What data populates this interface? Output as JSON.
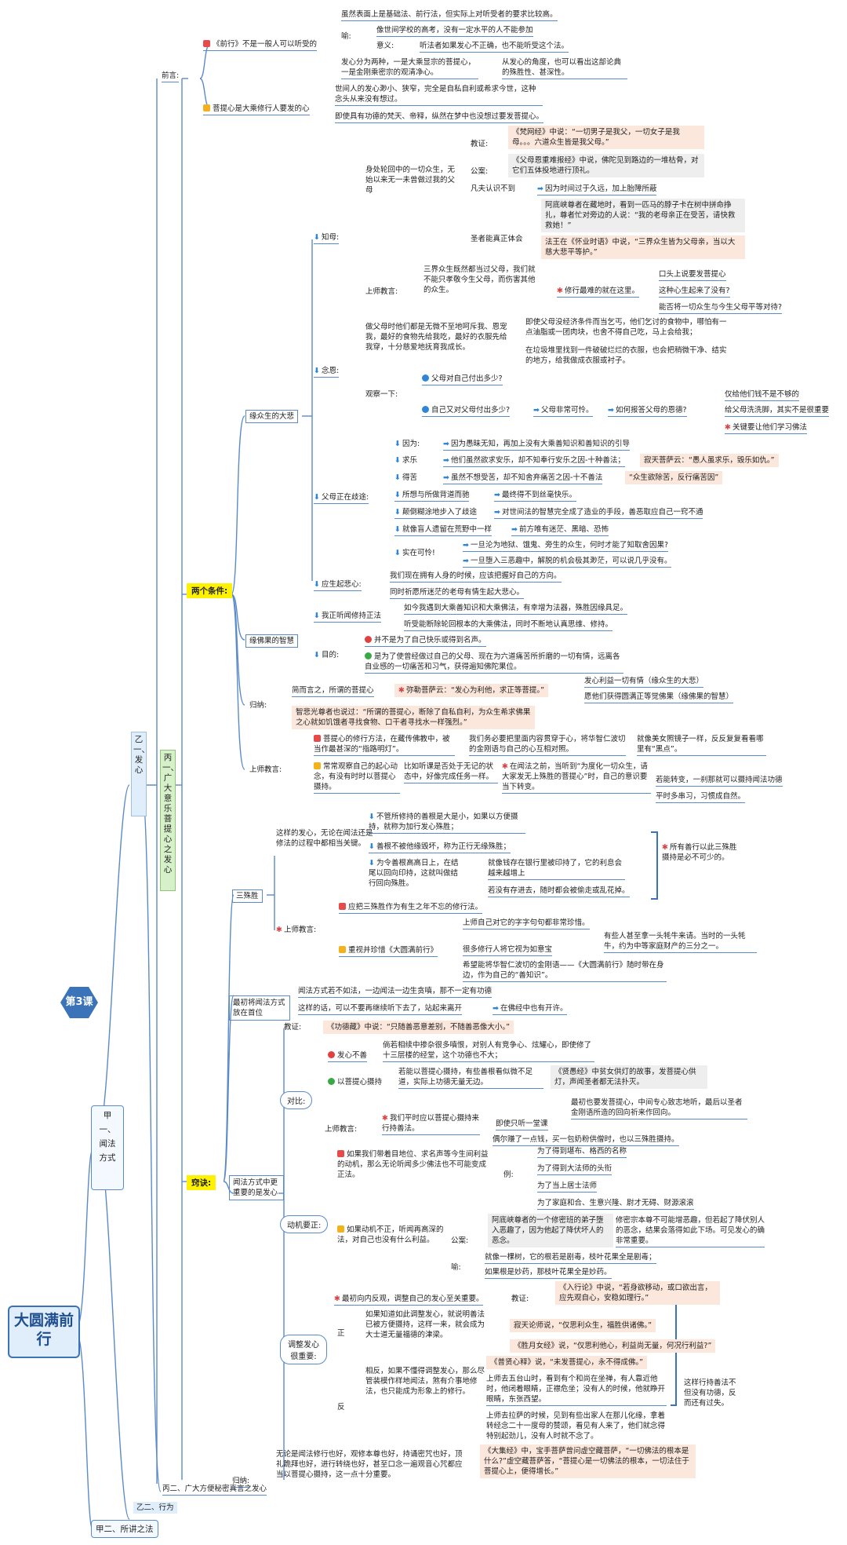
{
  "root": {
    "title": "大圆满前行",
    "lesson": "第3课"
  },
  "level1": {
    "a1": "甲一、闻法方式",
    "a2": "甲二、所讲之法"
  },
  "level2": {
    "b1": "乙一、发心",
    "b2": "乙二、行为"
  },
  "level3": {
    "c1": "丙一、广大意乐菩提心之发心",
    "c2": "丙二、广大方便秘密真言之发心"
  },
  "labels": {
    "qianyan": "前言:",
    "liangge": "两个条件:",
    "qiaojue": "窍诀:",
    "xiang": "缘众生的大悲",
    "yuanfo": "缘佛果的智慧",
    "guina": "归纳:",
    "shangshi": "上师教言:",
    "sanshu": "三殊胜",
    "zuichu": "最初将闻法方式放在首位",
    "wenfa": "闻法方式中更重要的是发心"
  },
  "intro": {
    "p1_head": "《前行》不是一般人可以听受的",
    "p1_a": "虽然表面上是基础法、前行法，但实际上对听受者的要求比较高。",
    "p1_yu": "喻:",
    "p1_yu1": "像世间学校的高考，没有一定水平的人不能参加",
    "p1_yi": "意义:",
    "p1_yi1": "听法者如果发心不正确，也不能听受这个法。",
    "p1_b": "发心分为两种，一是大乘显宗的菩提心，一是金刚乘密宗的观清净心。",
    "p1_c": "从发心的角度，也可以看出这部论典的殊胜性、甚深性。",
    "p2_head": "菩提心是大乘修行人要发的心",
    "p2_a": "世间人的发心渺小、狭窄，完全是自私自利或希求今世，这种念头从来没有想过。",
    "p2_b": "即使具有功德的梵天、帝释，纵然在梦中也没想过要发菩提心。"
  },
  "zhimu": {
    "label": "知母:",
    "a": "身处轮回中的一切众生，无始以来无一未曾做过我的父母",
    "jiaozheng": "教证:",
    "jz1": "《梵网经》中说：“一切男子是我父，一切女子是我母。。。六道众生皆是我父母。”",
    "gongan": "公案:",
    "ga1": "《父母恩重难报经》中说，佛陀见到路边的一堆枯骨，对它们五体投地进行顶礼。",
    "fanfu": "凡夫认识不到",
    "ff1": "因为时间过于久远，加上胎障所蔽",
    "shengzhe": "圣者能真正体会",
    "sz1": "阿底峡尊者在藏地时，看到一匹马的脖子卡在树中拼命挣扎，尊者忙对旁边的人说：“我的老母亲正在受苦，请快救救她！”",
    "sz2": "法王在《怀业时语》中说，“三界众生皆为父母亲，当以大慈大悲平等护。”",
    "shangshi": "上师教言:",
    "ss1": "三界众生既然都当过父母，我们就不能只孝敬今生父母，而伤害其他的众生。",
    "ss2": "修行最难的就在这里。",
    "ss3": "口头上说要发菩提心",
    "ss4": "这种心生起来了没有?",
    "ss5": "能否将一切众生与今生父母平等对待?"
  },
  "nianen": {
    "label": "念恩:",
    "a": "做父母时他们都是无微不至地呵斥我、恩宠我，最好的食物先给我吃，最好的衣服先给我穿，十分慈爱地抚育我成长。",
    "a1": "即使父母没经济条件而当乞丐，他们乞讨的食物中，哪怕有一点油脂或一团肉块，也舍不得自己吃，马上会给我；",
    "a2": "在垃圾堆里找到一件破破烂烂的衣服，也会把稍微干净、结实的地方，给我做成衣服或衬子。",
    "guancha": "观察一下:",
    "q1": "父母对自己付出多少?",
    "q2": "自己又对父母付出多少?",
    "q3": "父母非常可怜。",
    "q4": "如何报答父母的恩德?",
    "q5": "仅给他们钱不是不够的",
    "q6": "给父母洗洗脚，其实不是很重要",
    "q7": "关键要让他们学习佛法"
  },
  "fumu": {
    "label": "父母正在歧途:",
    "r1a": "因为:",
    "r1b": "因为愚昧无知，再加上没有大乘善知识和善知识的引导",
    "r2a": "求乐",
    "r2b": "他们虽然欲求安乐，却不知奉行安乐之因-十种善法；",
    "r2c": "寂天菩萨云：“愚人虽求乐，毁乐如仇。”",
    "r3a": "得苦",
    "r3b": "虽然不想受苦，却不知舍弃痛苦之因-十不善法",
    "r3c": "“众生欲除苦，反行痛苦因”",
    "r4a": "所想与所做背道而驰",
    "r4b": "最终得不到丝毫快乐。",
    "r5a": "颠倒糊涂地步入了歧途",
    "r5b": "对世间法的智慧完全成了造业的手段，善恶取应自己一窍不通",
    "r6a": "就像盲人遗留在荒野中一样",
    "r6b": "前方唯有迷茫、黑暗、恐怖",
    "r7a": "实在可怜!",
    "r7b": "一旦沦为地狱、饿鬼、旁生的众生，何时才能了知取舍因果?",
    "r7c": "一旦堕入三恶趣中，解脱的机会极其渺茫，可以说几乎没有。"
  },
  "yingsheng": {
    "label": "应生起悲心:",
    "a": "我们现在拥有人身的时候，应该把握好自己的方向。",
    "b": "同时祈愿所迷茫的老母有情生起大悲心。"
  },
  "zhihui": {
    "a_label": "我正听闻修持正法",
    "a1": "如今我遇到大乘善知识和大乘佛法，有幸增为法器，殊胜因缘具足。",
    "a2": "听受能断除轮回根本的大乘佛法，同时不断地认真思维、修持。",
    "b_label": "目的:",
    "b1": "并不是为了自己快乐或得到名声。",
    "b2": "是为了使曾经做过自己的父母、现在为六道痛苦所折磨的一切有情，远离各自业感的一切痛苦和习气，获得遍知佛陀果位。"
  },
  "guina": {
    "a": "简而言之，所谓的菩提心",
    "b": "弥勒菩萨云：“发心为利他，求正等菩提。”",
    "c": "发心利益一切有情（缘众生的大悲）",
    "d": "愿他们获得圆满正等觉佛果（缘佛果的智慧）",
    "e": "智悲光尊者也说过：“所谓的菩提心，断除了自私自利，为众生希求佛果之心就如饥饿者寻找食物、口干者寻找水一样强烈。”"
  },
  "shangshi2": {
    "a": "菩提心的修行方法，在藏传佛教中，被当作最甚深的“指路明灯”。",
    "b": "我们务必要把里面内容贯穿于心，将华智仁波切的金刚语与自己的心互相对照。",
    "c": "就像美女照镜子一样，反反复复看看哪里有“黑点”。",
    "d": "常常观察自己的起心动念，有没有时时以菩提心摄持。",
    "e": "比如听课是否处于无记的状态中，好像完成任务一样。",
    "f": "在闻法之前，当听到“为度化一切众生，请大家发无上殊胜的菩提心”时，自己的意识要当下转变。",
    "g": "若能转变，一刹那就可以摄持闻法功德",
    "h": "平时多串习，习惯成自然。"
  },
  "sanshu": {
    "a": "这样的发心，无论在闻法还是修法的过程中都相当关键。",
    "b": "不管所修持的善根是大是小，如果以方便摄持，就称为加行发心殊胜；",
    "c": "善根不被他缘毁坏，称为正行无缘殊胜；",
    "d": "为令善根高高日上，在结尾以回向印持，这就叫做结行回向殊胜。",
    "e": "就像钱存在银行里被印持了，它的利息会越来越增上",
    "f": "若没有存进去，随时都会被偷走或乱花掉。",
    "g": "所有善行以此三殊胜摄持是必不可少的。",
    "h": "上师教言:",
    "i": "应把三殊胜作为有生之年不忘的修行法。",
    "j": "上师自己对它的字字句句都非常珍惜。",
    "k": "重视并珍惜《大圆满前行》",
    "l": "很多修行人将它视为如意宝",
    "m": "有些人甚至拿一头牦牛来请。当时的一头牦牛，约为中等家庭财产的三分之一。",
    "n": "希望能将华智仁波切的金刚语——《大圆满前行》随时带在身边，作为自己的“善知识”。"
  },
  "zuichu": {
    "a": "闻法方式若不如法，一边闻法一边生贪嗔，那不一定有功德",
    "b": "这样的话，可以不要再继续听下去了，站起来离开",
    "c": "在佛经中也有开许。"
  },
  "wenfa": {
    "jz": "教证:",
    "jz1": "《功德藏》中说：“只随善恶意差别，不随善恶像大小。”",
    "duibi": "对比:",
    "bs": "发心不善",
    "bs1": "倘若相续中掺杂很多嗔恨，对别人有竞争心、炫耀心，即使修了十三层楼的经堂，这个功德也不大；",
    "pt": "以菩提心摄持",
    "pt1": "若能以菩提心摄持，有些善根看似微不足道，实际上功德无量无边。",
    "pt2": "《贤愚经》中贫女供灯的故事，发菩提心供灯，声闻圣者都无法扑灭。",
    "ss": "上师教言:",
    "ss1": "我们平时应以菩提心摄持来行持善法。",
    "ss2": "即使只听一堂课",
    "ss3": "最初也要发菩提心，中间专心致志地听，最后以圣者金刚语所造的回向祈来作回向。",
    "ss4": "偶尔赚了一点钱，买一包奶粉供僧时，也以三殊胜摄持。",
    "dongji": "动机要正:",
    "dj1": "如果我们带着目地位、求名声等今生间利益的动机，那么无论听闻多少佛法也不可能变成正法。",
    "li": "例:",
    "li1": "为了得到堪布、格西的名称",
    "li2": "为了得到大法师的头衔",
    "li3": "为了当上居士法师",
    "li4": "为了家庭和合、生意兴隆、尉才无碍、财源滚滚",
    "dj2": "如果动机不正，听闻再高深的法，对自己也没有什么利益。",
    "ga": "公案:",
    "ga1": "阿底峡尊者的一个修密班的弟子堕入恶趣了，因为他起了降伏坏人的恶念。",
    "ga2": "修密宗本尊不可能增恶趣，但若起了降伏别人的恶念，结果会落得如此下场。可见发心的确非常重要。",
    "yu": "喻:",
    "yu1": "就像一棵树，它的根若是剧毒，枝叶花果全是剧毒；",
    "yu2": "如果根是妙药，那枝叶花果全是妙药。",
    "tz": "调整发心很重要:",
    "tz0": "最初向内反观，调整自己的发心至关重要。",
    "tz0j": "教证:",
    "tz0a": "《入行论》中说，“若身欲移动，或口欲出言，应先观自心，安稳如理行。”",
    "zheng": "正",
    "z1": "如果知道如此调整发心，就说明善法已被方便摄持，这样一来，就会成为大士道无量福德的津梁。",
    "z2": "寂天论师说，“仅思利众生，福胜供诸佛。”",
    "z3": "《胜月女经》说，“仅思利他心，利益尚无量，何况行利益?”",
    "fan": "反",
    "f1": "相反，如果不懂得调整发心，那么尽管装模作样地闻法，煞有介事地修法，也只能成为形象上的修行。",
    "f2": "《普贤心释》说，“未发菩提心，永不得成佛。”",
    "f3": "上师去五台山时，看到有个和尚在坐禅，有人靠近他时，他闭着眼睛，正襟危坐；没有人的时候，他就睁开眼睛，东张西望。",
    "f4": "上师去拉萨的时候，见到有些出家人在那儿化缘，拿着转经念二十一度母的赞颂，看见有人来了，他们就念得特别起劲儿，没有人时就不念了。",
    "f5": "这样行持善法不但没有功德，反而还有过失。",
    "guina": "归纳:",
    "g1": "无论是闻法修行也好，观修本尊也好，持诵密咒也好，顶礼跪拜也好，进行转绕也好，甚至口念一遍观音心咒都应当以菩提心摄持，这一点十分重要。",
    "g2": "《大集经》中，宝手菩萨曾问虚空藏菩萨，“一切佛法的根本是什么?”虚空藏菩萨答，“菩提心是一切佛法的根本，一切法住于菩提心上，便得增长。”"
  }
}
